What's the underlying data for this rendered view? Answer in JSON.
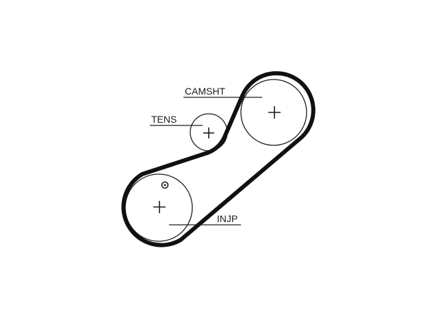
{
  "labels": {
    "camshaft": "CAMSHT",
    "tensioner": "TENS",
    "injection_pump": "INJP"
  },
  "colors": {
    "belt": "#111111",
    "pulley": "#1a1a1a",
    "background": "#ffffff"
  },
  "icons": {
    "crank_mark": "timing-mark-icon",
    "center_mark": "plus-icon"
  }
}
